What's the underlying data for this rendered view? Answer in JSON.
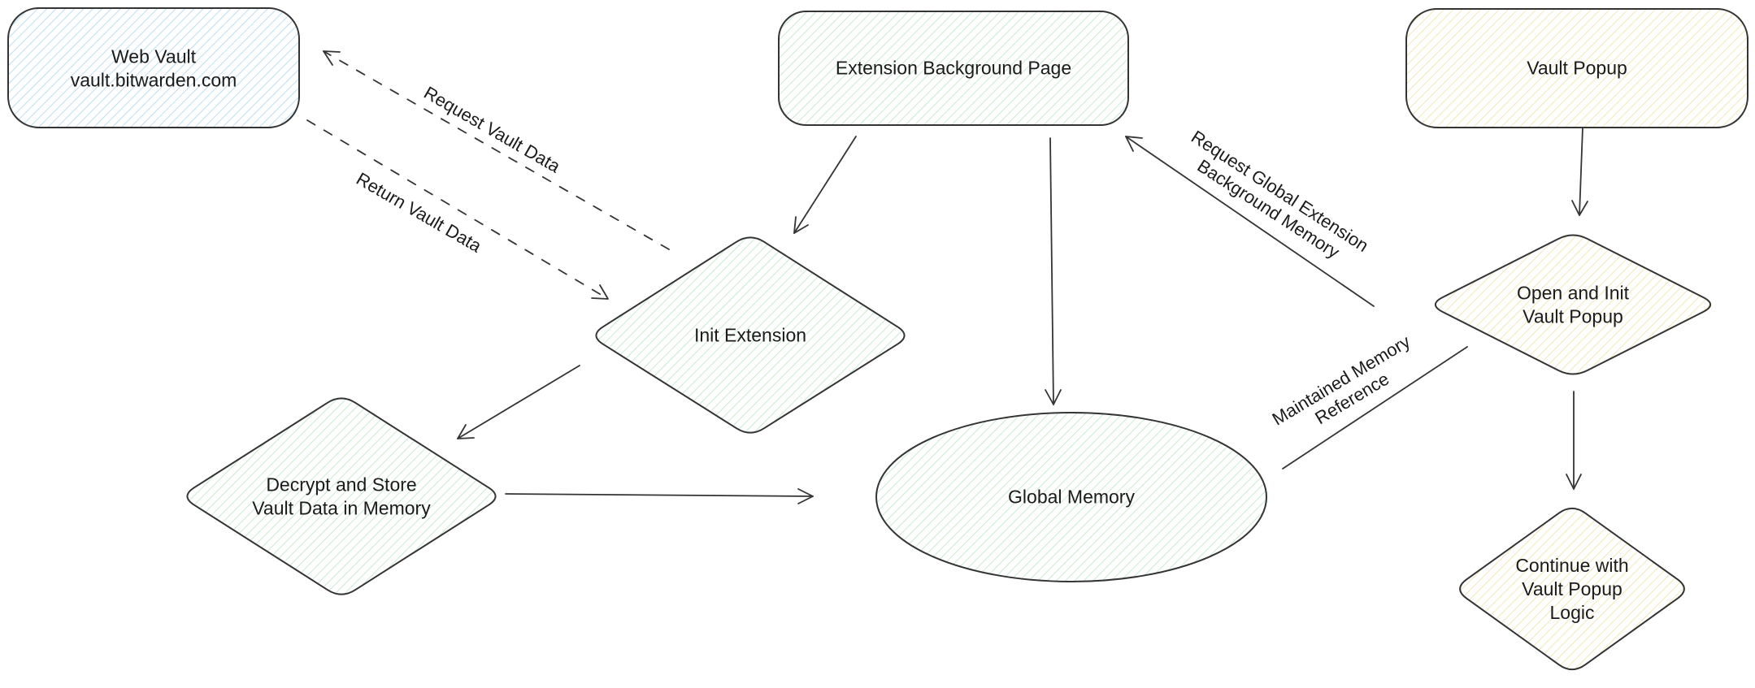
{
  "diagram": {
    "nodes": {
      "web_vault": {
        "label": "Web Vault\nvault.bitwarden.com",
        "shape": "rounded-rectangle",
        "fill": "blue"
      },
      "extension_background_page": {
        "label": "Extension Background Page",
        "shape": "rounded-rectangle",
        "fill": "green"
      },
      "vault_popup": {
        "label": "Vault Popup",
        "shape": "rounded-rectangle",
        "fill": "yellow"
      },
      "init_extension": {
        "label": "Init Extension",
        "shape": "diamond",
        "fill": "green"
      },
      "decrypt_and_store": {
        "label": "Decrypt and Store\nVault Data in Memory",
        "shape": "diamond",
        "fill": "green"
      },
      "global_memory": {
        "label": "Global Memory",
        "shape": "ellipse",
        "fill": "green"
      },
      "open_and_init_vault_popup": {
        "label": "Open and Init\nVault Popup",
        "shape": "diamond",
        "fill": "yellow"
      },
      "continue_with_vault_popup_logic": {
        "label": "Continue with\nVault Popup\nLogic",
        "shape": "diamond",
        "fill": "yellow"
      }
    },
    "edges": {
      "request_vault_data": {
        "label": "Request Vault Data",
        "from": "init_extension",
        "to": "web_vault",
        "style": "dashed-arrow"
      },
      "return_vault_data": {
        "label": "Return Vault Data",
        "from": "web_vault",
        "to": "init_extension",
        "style": "dashed-arrow"
      },
      "background_page_to_init_extension": {
        "from": "extension_background_page",
        "to": "init_extension",
        "style": "solid-arrow"
      },
      "background_page_to_global_memory": {
        "from": "extension_background_page",
        "to": "global_memory",
        "style": "solid-arrow"
      },
      "request_global_extension_background_memory": {
        "label": "Request Global Extension\nBackground Memory",
        "from": "open_and_init_vault_popup",
        "to": "extension_background_page",
        "style": "solid-arrow"
      },
      "init_extension_to_decrypt_and_store": {
        "from": "init_extension",
        "to": "decrypt_and_store",
        "style": "solid-arrow"
      },
      "decrypt_and_store_to_global_memory": {
        "from": "decrypt_and_store",
        "to": "global_memory",
        "style": "solid-arrow"
      },
      "maintained_memory_reference": {
        "label": "Maintained Memory\nReference",
        "from": "global_memory",
        "to": "open_and_init_vault_popup",
        "style": "plain-line"
      },
      "vault_popup_to_open_and_init": {
        "from": "vault_popup",
        "to": "open_and_init_vault_popup",
        "style": "solid-arrow"
      },
      "open_and_init_to_continue": {
        "from": "open_and_init_vault_popup",
        "to": "continue_with_vault_popup_logic",
        "style": "solid-arrow"
      }
    },
    "colors": {
      "stroke": "#343434",
      "text": "#1b1b1b",
      "blue_hatch": "#a8d4ef",
      "green_hatch": "#b5e6c3",
      "yellow_hatch": "#f0e0a0",
      "background": "#ffffff"
    }
  }
}
